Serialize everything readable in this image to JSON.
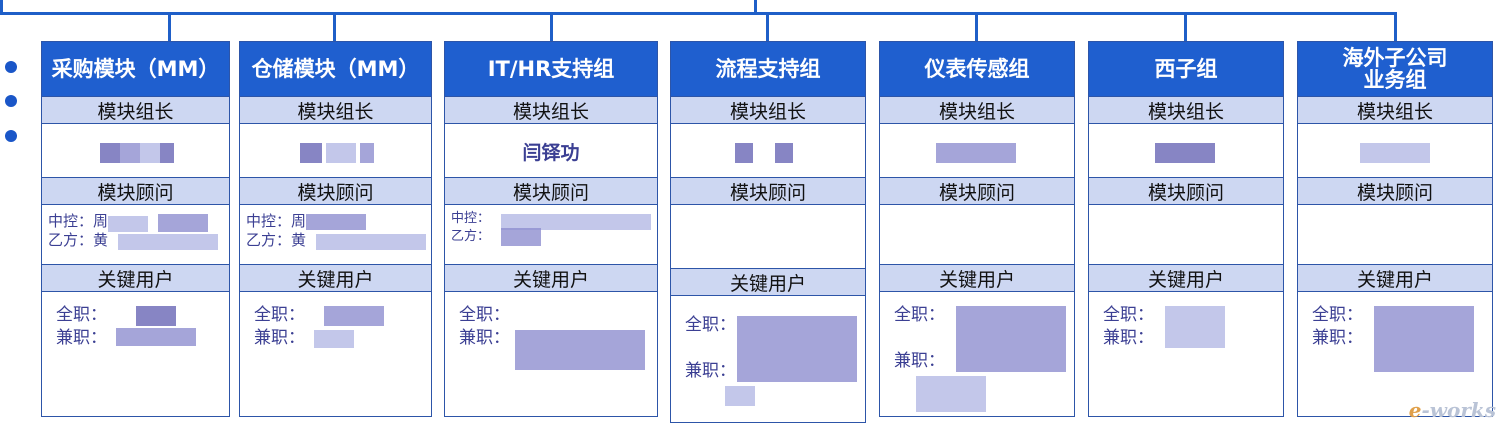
{
  "org": {
    "columns": [
      {
        "title": "采购模块（MM）",
        "leader_label": "模块组长",
        "leader": "",
        "consultant_label": "模块顾问",
        "consultants": [
          "中控：周",
          "乙方：黄"
        ],
        "key_users_label": "关键用户",
        "key_users": [
          "全职：",
          "兼职："
        ]
      },
      {
        "title": "仓储模块（MM）",
        "leader_label": "模块组长",
        "leader": "",
        "consultant_label": "模块顾问",
        "consultants": [
          "中控：周",
          "乙方：黄"
        ],
        "key_users_label": "关键用户",
        "key_users": [
          "全职：",
          "兼职："
        ]
      },
      {
        "title": "IT/HR支持组",
        "leader_label": "模块组长",
        "leader": "闫铎功",
        "consultant_label": "模块顾问",
        "consultants": [
          "中控：",
          "乙方："
        ],
        "key_users_label": "关键用户",
        "key_users": [
          "全职：",
          "兼职："
        ]
      },
      {
        "title": "流程支持组",
        "leader_label": "模块组长",
        "leader": "",
        "consultant_label": "模块顾问",
        "consultants": [],
        "key_users_label": "关键用户",
        "key_users": [
          "全职：",
          "兼职："
        ]
      },
      {
        "title": "仪表传感组",
        "leader_label": "模块组长",
        "leader": "",
        "consultant_label": "模块顾问",
        "consultants": [],
        "key_users_label": "关键用户",
        "key_users": [
          "全职：",
          "兼职："
        ]
      },
      {
        "title": "西子组",
        "leader_label": "模块组长",
        "leader": "",
        "consultant_label": "模块顾问",
        "consultants": [],
        "key_users_label": "关键用户",
        "key_users": [
          "全职：",
          "兼职："
        ]
      },
      {
        "title": "海外子公司\n业务组",
        "leader_label": "模块组长",
        "leader": "",
        "consultant_label": "模块顾问",
        "consultants": [],
        "key_users_label": "关键用户",
        "key_users": [
          "全职：",
          "兼职："
        ]
      }
    ]
  },
  "watermark": {
    "prefix": "e",
    "text": "-works"
  },
  "colors": {
    "header": "#1f5fcf",
    "sub": "#cdd7f2",
    "border": "#2d55a8",
    "text": "#3b3f93"
  }
}
